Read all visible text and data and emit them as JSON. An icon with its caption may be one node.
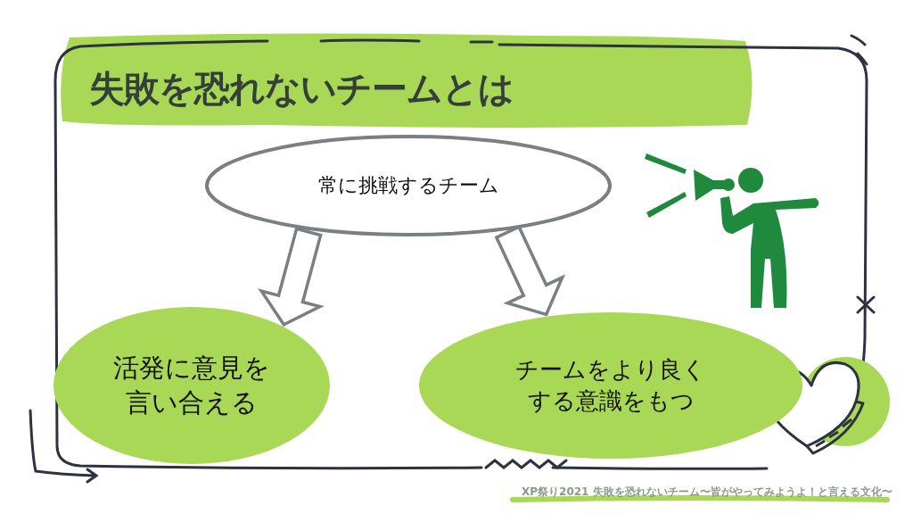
{
  "diagram": {
    "title": "失敗を恐れないチームとは",
    "nodes": [
      {
        "text": [
          "常に挑戦するチーム"
        ]
      },
      {
        "text": [
          "活発に意見を言い合える"
        ]
      },
      {
        "text": [
          "チームをより良くする意識をもつ"
        ]
      }
    ],
    "edges": [
      {
        "from": 0,
        "to": 1,
        "arrow": "to"
      },
      {
        "from": 0,
        "to": 2,
        "arrow": "to"
      }
    ],
    "labels": [
      "XP祭り2021 失敗を恐れないチーム〜皆がやってみようよ！と言える文化〜"
    ]
  }
}
